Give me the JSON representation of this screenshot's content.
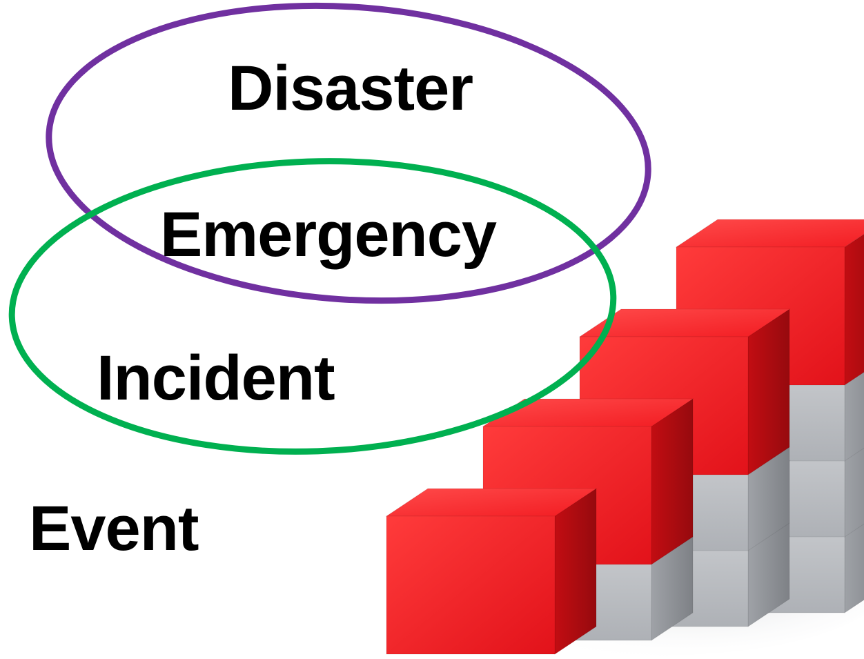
{
  "terms": {
    "disaster": "Disaster",
    "emergency": "Emergency",
    "incident": "Incident",
    "event": "Event"
  },
  "colors": {
    "background": "#ffffff",
    "text": "#000000",
    "disaster_ellipse": "#7030a0",
    "emergency_ellipse": "#00b050",
    "cube_red": "#e8141a",
    "cube_grey": "#c4c6ca"
  },
  "staircase": {
    "column_heights": [
      1,
      2,
      3,
      4
    ]
  }
}
